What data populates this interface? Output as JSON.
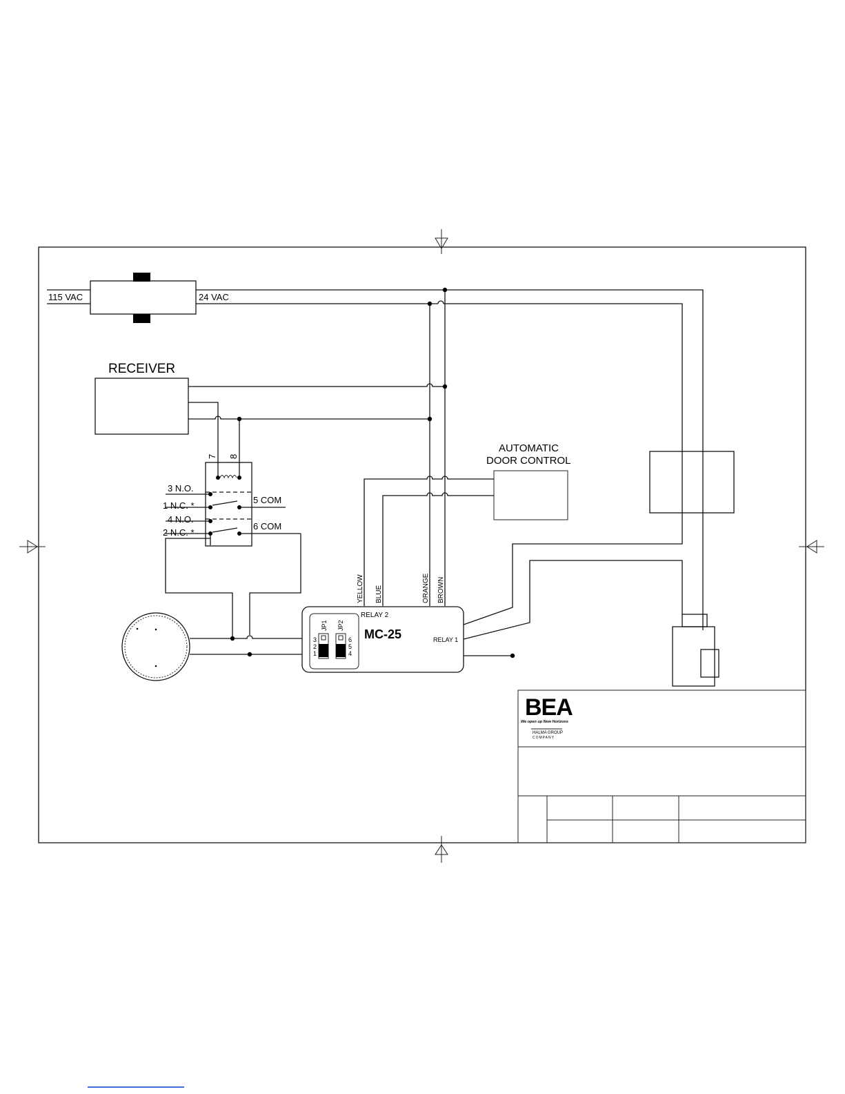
{
  "transformer": {
    "primary": "115 VAC",
    "secondary": "24 VAC"
  },
  "receiver": {
    "title": "RECEIVER"
  },
  "relay": {
    "pin7": "7",
    "pin8": "8",
    "contacts_left": [
      "3  N.O.",
      "1  N.C. *",
      "4  N.O.",
      "2  N.C. *"
    ],
    "com5": "5  COM",
    "com6": "6  COM"
  },
  "door_control": {
    "line1": "AUTOMATIC",
    "line2": "DOOR CONTROL"
  },
  "wires": [
    "YELLOW",
    "BLUE",
    "ORANGE",
    "BROWN"
  ],
  "controller": {
    "title": "MC-25",
    "relay2": "RELAY 2",
    "relay1": "RELAY 1",
    "jp1": "JP1",
    "jp2": "JP2",
    "jp1_pins": [
      "3",
      "2",
      "1"
    ],
    "jp2_pins": [
      "6",
      "5",
      "4"
    ]
  },
  "logo": {
    "text": "BEA",
    "tagline": "We open up New Horizons",
    "group": "HALMA GROUP",
    "company": "COMPANY"
  }
}
